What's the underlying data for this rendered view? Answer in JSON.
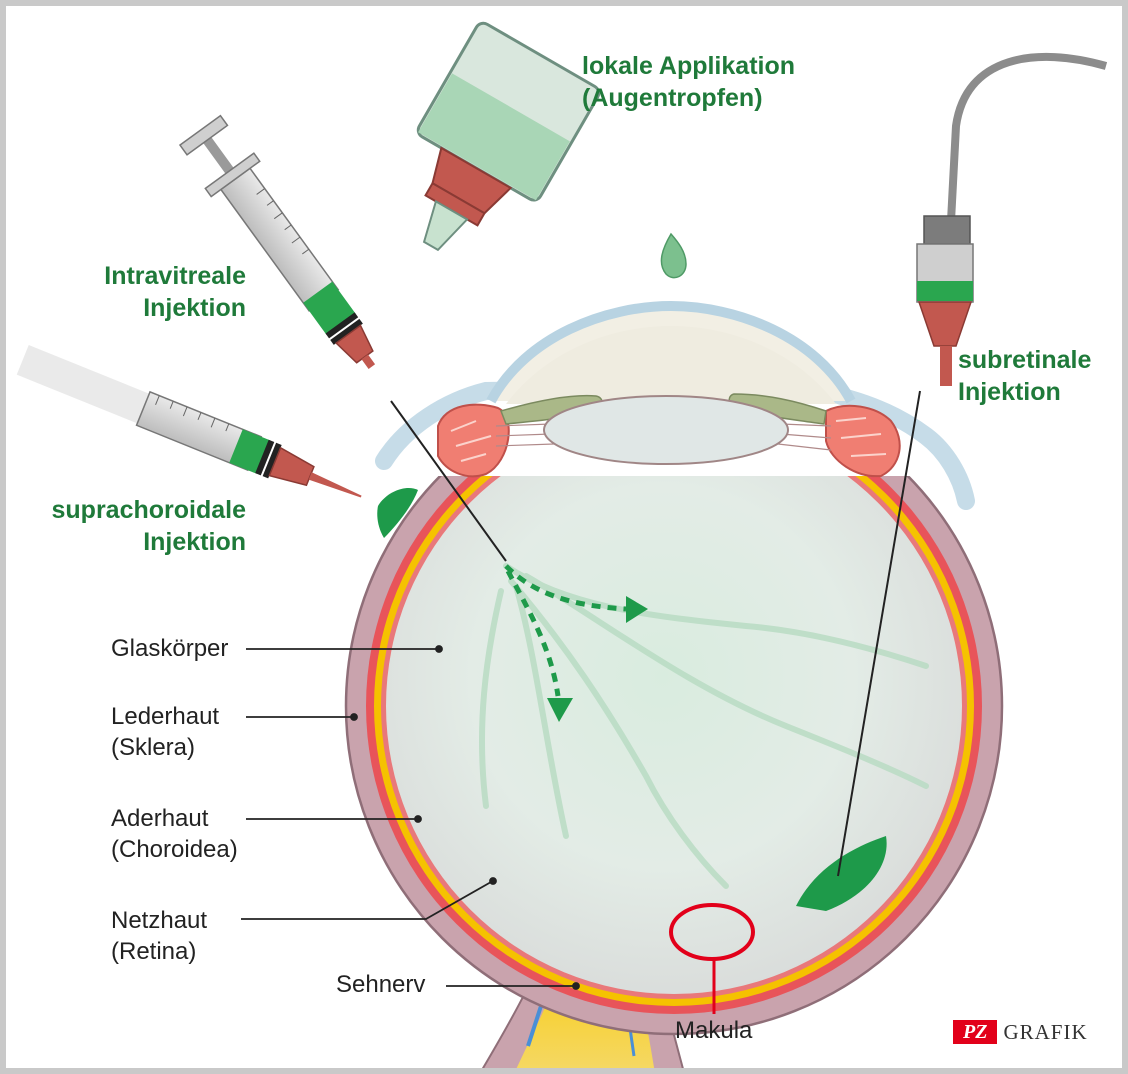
{
  "labels": {
    "lokale_1": "lokale Applikation",
    "lokale_2": "(Augentropfen)",
    "intravitreale_1": "Intravitreale",
    "intravitreale_2": "Injektion",
    "suprachoroidale_1": "suprachoroidale",
    "suprachoroidale_2": "Injektion",
    "subretinale_1": "subretinale",
    "subretinale_2": "Injektion",
    "glaskoerper": "Glaskörper",
    "lederhaut_1": "Lederhaut",
    "lederhaut_2": "(Sklera)",
    "aderhaut_1": "Aderhaut",
    "aderhaut_2": "(Choroidea)",
    "netzhaut_1": "Netzhaut",
    "netzhaut_2": "(Retina)",
    "sehnerv": "Sehnerv",
    "makula": "Makula"
  },
  "logo": {
    "pz": "PZ",
    "grafik": "GRAFIK"
  },
  "colors": {
    "label_green": "#1f7a3a",
    "label_dark": "#222222",
    "drug_green": "#1e9a4a",
    "sclera": "#c9a3ad",
    "choroid": "#e8545a",
    "retina": "#f5c200",
    "brand_red": "#e2001a"
  }
}
